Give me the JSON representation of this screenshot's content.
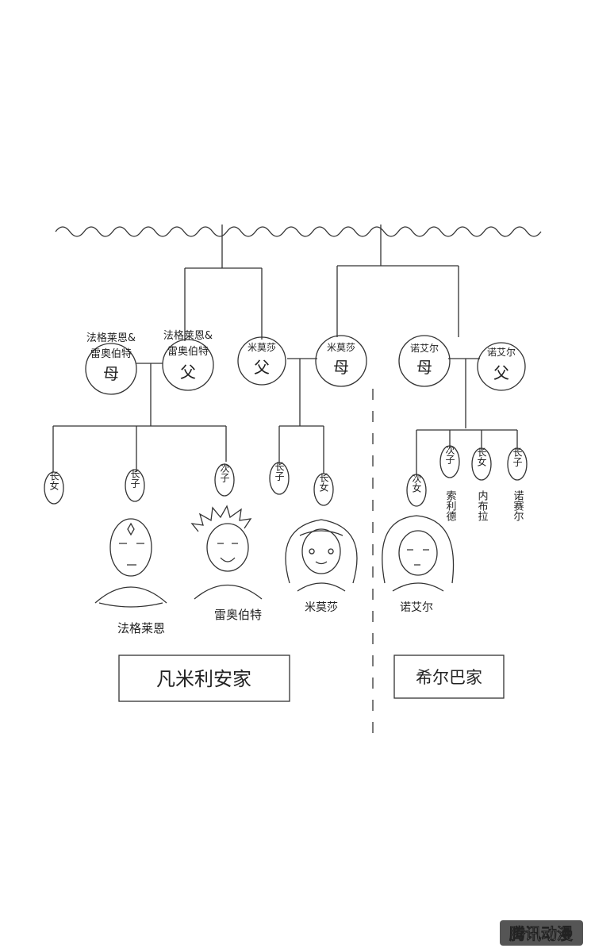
{
  "parents": [
    {
      "label_line1": "法格莱恩&",
      "label_line2": "雷奥伯特",
      "role": "母"
    },
    {
      "label_line1": "法格莱恩&",
      "label_line2": "雷奥伯特",
      "role": "父"
    },
    {
      "label": "米莫莎",
      "role": "父"
    },
    {
      "label": "米莫莎",
      "role": "母"
    },
    {
      "label": "诺艾尔",
      "role": "母"
    },
    {
      "label": "诺艾尔",
      "role": "父"
    }
  ],
  "children_vermillion": [
    "长女",
    "长子",
    "次子"
  ],
  "children_mimosa": [
    "长子",
    "长女"
  ],
  "children_silva": [
    {
      "role": "次女",
      "name": ""
    },
    {
      "role": "次子",
      "name": "索利德"
    },
    {
      "role": "长女",
      "name": "内布拉"
    },
    {
      "role": "长子",
      "name": "诺赛尔"
    }
  ],
  "portraits": [
    "法格莱恩",
    "雷奥伯特",
    "米莫莎",
    "诺艾尔"
  ],
  "families": {
    "left": "凡米利安家",
    "right": "希尔巴家"
  },
  "watermark": "腾讯动漫"
}
